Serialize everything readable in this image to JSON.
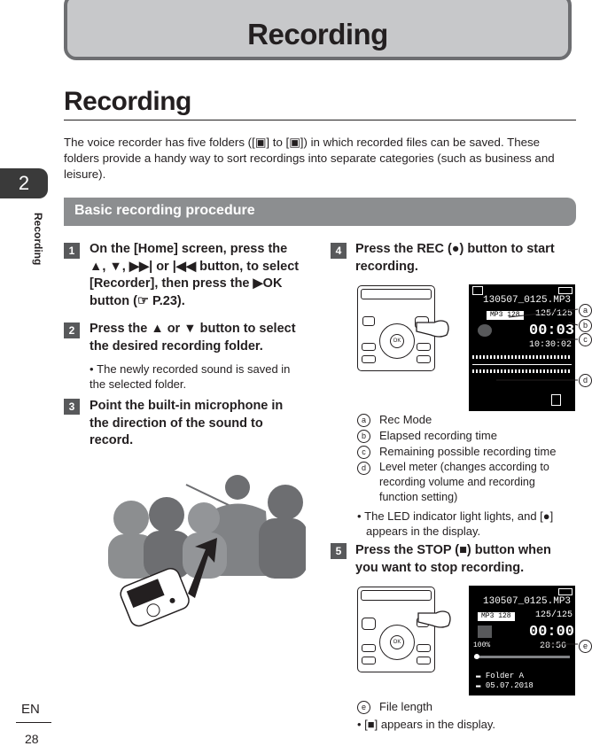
{
  "header": {
    "title": "Recording"
  },
  "side": {
    "chapter": "2",
    "label": "Recording",
    "lang": "EN",
    "page": "28"
  },
  "section": {
    "title": "Recording",
    "intro": "The voice recorder has five folders ([▣] to [▣]) in which recorded files can be saved. These folders provide a handy way to sort recordings into separate categories (such as business and leisure)."
  },
  "procedure": {
    "title": "Basic recording procedure"
  },
  "steps": [
    {
      "num": "1",
      "text": "On the [Home] screen, press the ▲, ▼, ▶▶| or |◀◀ button, to select [Recorder], then press the ▶OK button (☞ P.23)."
    },
    {
      "num": "2",
      "text": "Press the ▲ or ▼ button to select the desired recording folder.",
      "bullet": "The newly recorded sound is saved in the selected folder."
    },
    {
      "num": "3",
      "text": "Point the built-in microphone in the direction of the sound to record."
    },
    {
      "num": "4",
      "text": "Press the REC (●) button to start recording."
    },
    {
      "num": "5",
      "text": "Press the STOP (■) button when you want to stop recording."
    }
  ],
  "lcd1": {
    "file": "130507_0125.MP3",
    "mode": "MP3 128",
    "count": "125/125",
    "elapsed": "00:03",
    "remain": "10:30:02"
  },
  "lcd2": {
    "file": "130507_0125.MP3",
    "mode": "MP3 128",
    "count": "125/125",
    "elapsed": "00:00",
    "length": "28:56",
    "pct": "100%",
    "folder": "Folder A",
    "date": "05.07.2018"
  },
  "labels4": [
    {
      "key": "a",
      "text": "Rec Mode"
    },
    {
      "key": "b",
      "text": "Elapsed recording time"
    },
    {
      "key": "c",
      "text": "Remaining possible recording time"
    },
    {
      "key": "d",
      "text": "Level meter (changes according to recording volume and recording function setting)"
    }
  ],
  "bullet4": "The LED indicator light lights, and [●] appears in the display.",
  "labels5": [
    {
      "key": "e",
      "text": "File length"
    }
  ],
  "bullet5": "[■] appears in the display.",
  "colors": {
    "banner": "#c7c8ca",
    "bar": "#8c8e90",
    "tab": "#3a3a3a"
  }
}
